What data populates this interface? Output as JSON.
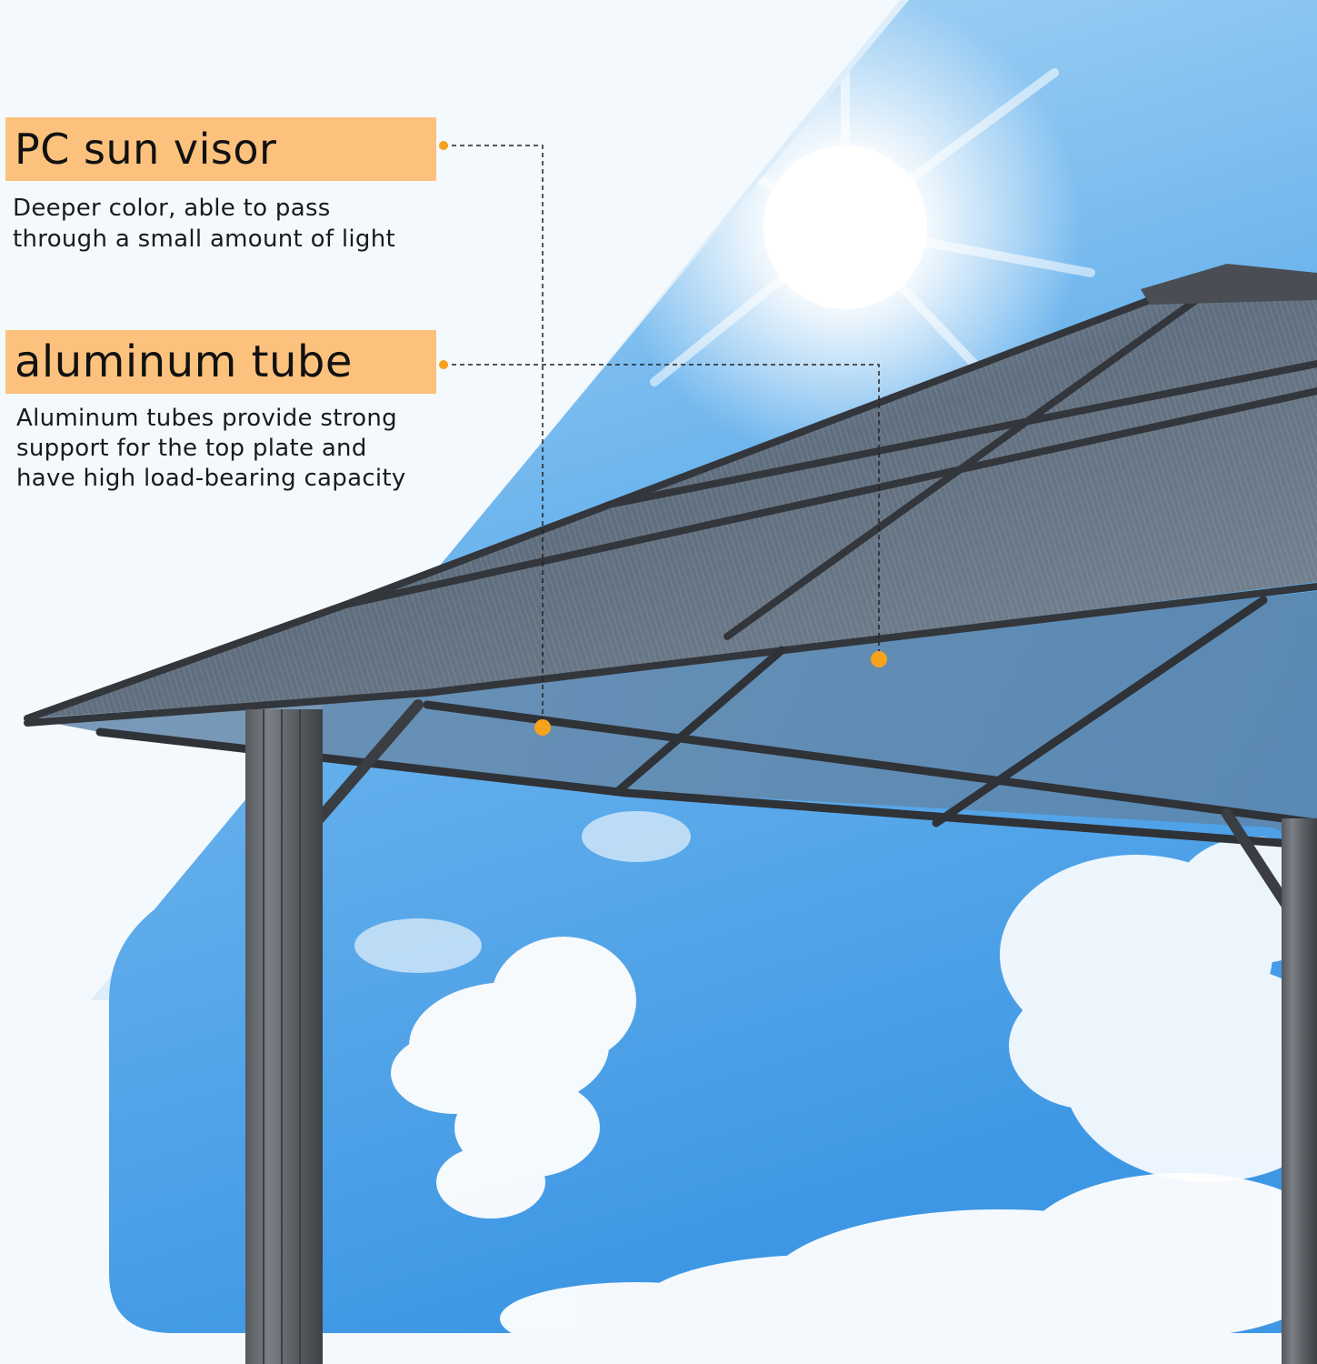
{
  "colors": {
    "label_bg": "#fcc27d",
    "callout_dot": "#f7a21b",
    "sky_top": "#9fd0f4",
    "sky_bottom": "#4aa2ea",
    "roof_frame": "#3a3d42",
    "roof_panel": "#6f7f90",
    "page_bg": "#f4f9fd"
  },
  "features": [
    {
      "title": "PC sun visor",
      "description_lines": [
        "Deeper color, able to pass",
        "through a small amount of light"
      ]
    },
    {
      "title": "aluminum tube",
      "description_lines": [
        "Aluminum tubes provide strong",
        "support for the top plate and",
        "have high load-bearing capacity"
      ]
    }
  ],
  "icons": {
    "sun": "sun-icon",
    "callout_marker": "callout-dot-icon"
  }
}
